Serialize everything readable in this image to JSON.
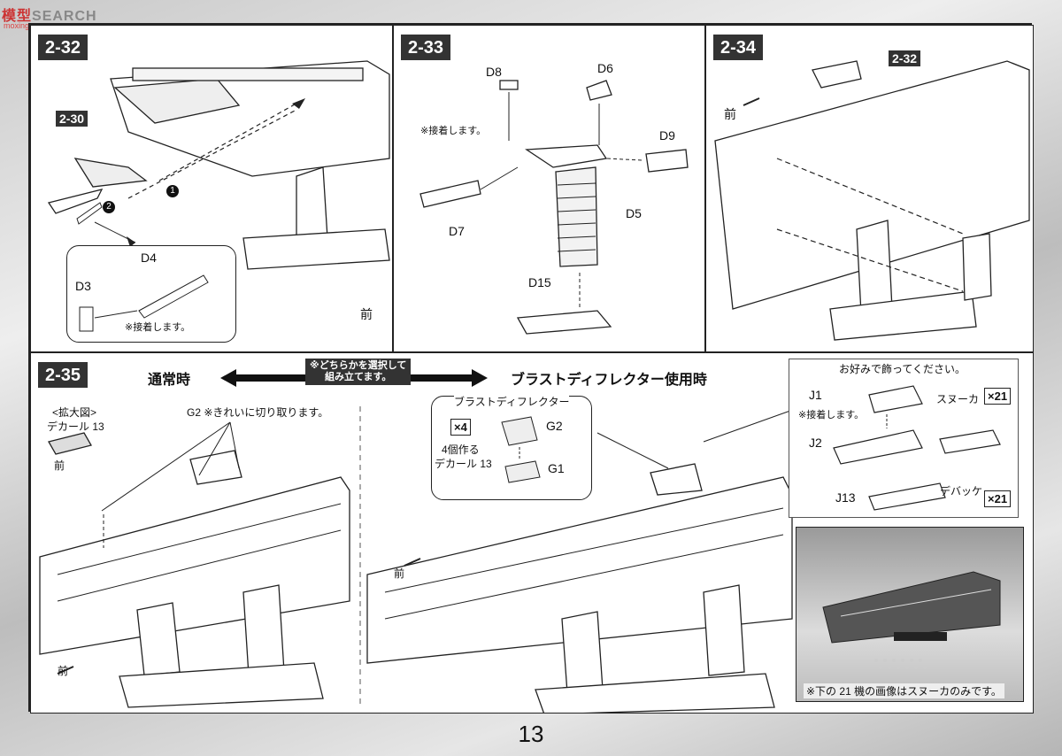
{
  "watermark": {
    "brand": "模型",
    "search": "SEARCH",
    "url": "moxingsou.com"
  },
  "page_number": "13",
  "panels": {
    "p232": {
      "step": "2-32",
      "ref": "2-30",
      "arrow1": "1",
      "arrow2": "2",
      "part_d3": "D3",
      "part_d4": "D4",
      "glue": "※接着します。",
      "front": "前"
    },
    "p233": {
      "step": "2-33",
      "d8": "D8",
      "d6": "D6",
      "d9": "D9",
      "d7": "D7",
      "d5": "D5",
      "d15": "D15",
      "glue": "※接着します。"
    },
    "p234": {
      "step": "2-34",
      "ref": "2-32",
      "front": "前"
    },
    "p235": {
      "step": "2-35",
      "normal": "通常時",
      "choose": "※どちらかを選択して\n組み立てます。",
      "deflector_use": "ブラストディフレクター使用時",
      "enlarged": "<拡大図>",
      "decal_13": "デカール 13",
      "front": "前",
      "g2_note": "G2 ※きれいに切り取ります。",
      "deflector_title": "ブラストディフレクター",
      "x4": "×4",
      "make4": "4個作る",
      "g2": "G2",
      "g1": "G1",
      "decor": "お好みで飾ってください。",
      "j1": "J1",
      "j2": "J2",
      "j13": "J13",
      "glue": "※接着します。",
      "snuka": "スヌーカ",
      "debakke": "デバッケ",
      "x21a": "×21",
      "x21b": "×21",
      "photo_caption": "※下の 21 機の画像はスヌーカのみです。"
    }
  }
}
